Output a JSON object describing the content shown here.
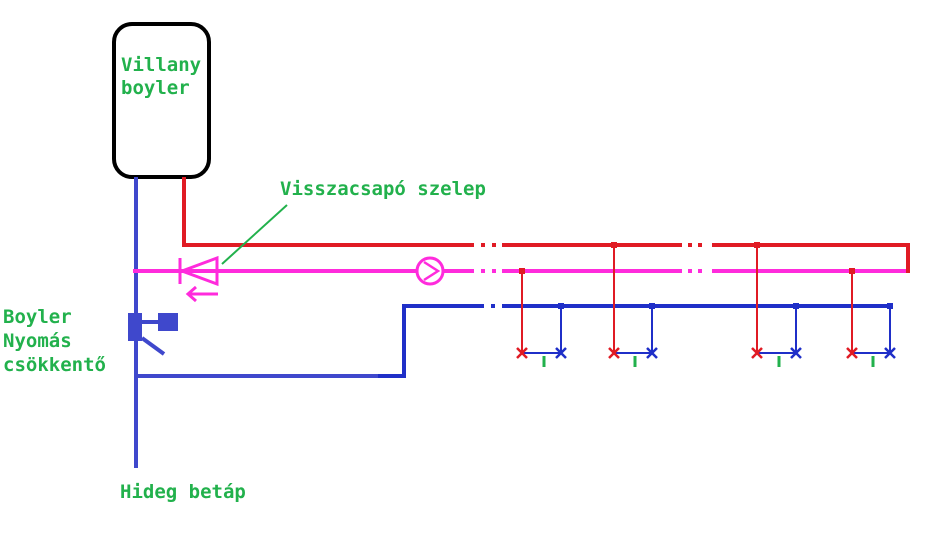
{
  "labels": {
    "boiler_line1": "Villany",
    "boiler_line2": "boyler",
    "check_valve": "Visszacsapó szelep",
    "reducer_line1": "Boyler",
    "reducer_line2": "Nyomás",
    "reducer_line3": "csökkentő",
    "cold_inlet": "Hideg betáp"
  },
  "colors": {
    "hot": "#e01b24",
    "circulation": "#ff2bdc",
    "cold": "#1f2fc8",
    "cold_light": "#3f48cc",
    "label": "#22b14c",
    "outline": "#000000"
  }
}
